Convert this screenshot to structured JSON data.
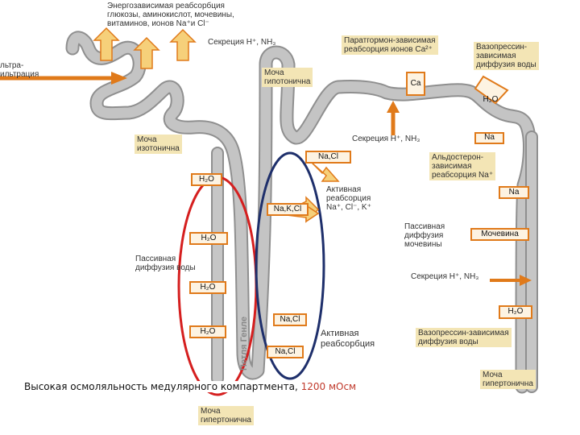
{
  "labels": {
    "energy_reabsorption": "Энергозависимая реабсорбция\nглюкозы, аминокислот, мочевины,\nвитаминов, ионов Na⁺и Cl⁻",
    "ultrafiltration": "льтра-\nильтрация",
    "secretion_top": "Секреция H⁺, NH₃",
    "urine_hypotonic": "Моча\nгипотонична",
    "pth": "Паратгормон-зависимая\nреабсорция ионов Ca²⁺",
    "vaso_top": "Вазопрессин-\nзависимая\nдиффузия воды",
    "urine_isotonic": "Моча\nизотонична",
    "secretion_mid": "Секреция H⁺, NH₃",
    "aldosterone": "Альдостерон-\nзависимая\nреабсорция Na⁺",
    "active_reab": "Активная\nреабсорция\nNa⁺, Cl⁻, K⁺",
    "passive_urea": "Пассивная\nдиффузия\nмочевины",
    "passive_water": "Пассивная\nдиффузия воды",
    "secretion_low": "Секреция H⁺, NH₃",
    "active_reab2": "Активная\nреабсорбция",
    "vaso_bottom": "Вазопрессин-зависимая\nдиффузия воды",
    "urine_hypertonic_right": "Моча\nгипертонична",
    "urine_hypertonic_bottom": "Моча\nгипертонична",
    "loop_henle": "Петля Генле",
    "bottom_text_a": "Высокая осмоляльность медулярного компартмента, ",
    "bottom_text_b": "1200 мОсм"
  },
  "tags": {
    "ca": "Ca",
    "h2o_top_right": "H₂O",
    "na_right_1": "Na",
    "na_cl_top": "Na,Cl",
    "na_right_2": "Na",
    "h2o_left_1": "H₂O",
    "na_k_cl": "Na,K,Cl",
    "urea": "Мочевина",
    "h2o_left_2": "H₂O",
    "h2o_left_3": "H₂O",
    "h2o_right_low": "H₂O",
    "na_cl_low1": "Na,Cl",
    "h2o_left_4": "H₂O",
    "na_cl_low2": "Na,Cl"
  },
  "colors": {
    "tubule": "#a8a8a8",
    "arrow_fill": "#f6d07a",
    "arrow_stroke": "#e07a1a",
    "oval_red": "#d51f1f",
    "oval_blue": "#1e2f6b",
    "label_box": "#f3e5b5"
  }
}
